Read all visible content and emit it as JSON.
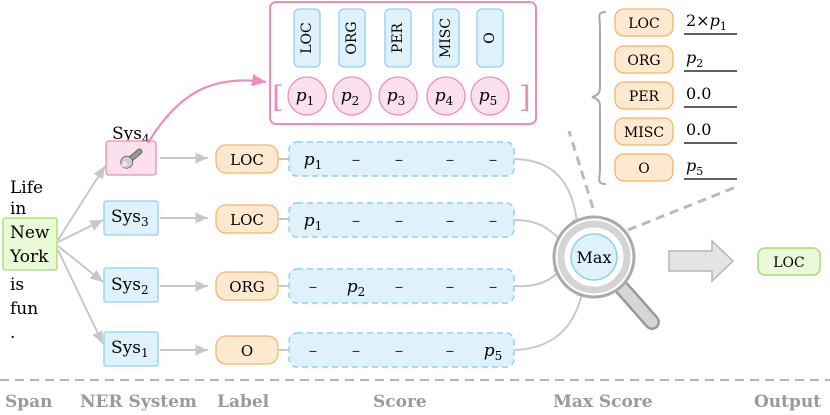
{
  "span": {
    "words": [
      "Life",
      "in",
      "New",
      "York",
      "is",
      "fun",
      "."
    ],
    "highlight_color": "#eaf9d7",
    "highlight_border": "#a7dc6a"
  },
  "systems": [
    {
      "id": "sys4",
      "base": "Sys",
      "sub": "4",
      "has_tool_icon": true,
      "label": "LOC",
      "scores": [
        "p1",
        "–",
        "–",
        "–",
        "–"
      ]
    },
    {
      "id": "sys3",
      "base": "Sys",
      "sub": "3",
      "label": "LOC",
      "scores": [
        "p1",
        "–",
        "–",
        "–",
        "–"
      ]
    },
    {
      "id": "sys2",
      "base": "Sys",
      "sub": "2",
      "label": "ORG",
      "scores": [
        "–",
        "p2",
        "–",
        "–",
        "–"
      ]
    },
    {
      "id": "sys1",
      "base": "Sys",
      "sub": "1",
      "label": "O",
      "scores": [
        "–",
        "–",
        "–",
        "–",
        "p5"
      ]
    }
  ],
  "popup": {
    "labels": [
      "LOC",
      "ORG",
      "PER",
      "MISC",
      "O"
    ],
    "probs": [
      {
        "base": "p",
        "sub": "1"
      },
      {
        "base": "p",
        "sub": "2"
      },
      {
        "base": "p",
        "sub": "3"
      },
      {
        "base": "p",
        "sub": "4"
      },
      {
        "base": "p",
        "sub": "5"
      }
    ]
  },
  "aggregate": [
    {
      "label": "LOC",
      "value": "2×p1"
    },
    {
      "label": "ORG",
      "value": "p2"
    },
    {
      "label": "PER",
      "value": "0.0"
    },
    {
      "label": "MISC",
      "value": "0.0"
    },
    {
      "label": "O",
      "value": "p5"
    }
  ],
  "max_label": "Max",
  "output_label": "LOC",
  "columns": [
    "Span",
    "NER System",
    "Label",
    "Score",
    "Max Score",
    "Output"
  ],
  "colors": {
    "blue_fill": "#dff1fb",
    "blue_stroke": "#8fd0ec",
    "orange_fill": "#fde9cf",
    "orange_stroke": "#f3b56a",
    "pink_fill": "#fbe1ee",
    "pink_stroke": "#ee8cbd",
    "green_fill": "#eaf9d7",
    "green_stroke": "#a7dc6a",
    "arrow_gray": "#c8c8c8",
    "footer_gray": "#9a9a9a"
  }
}
